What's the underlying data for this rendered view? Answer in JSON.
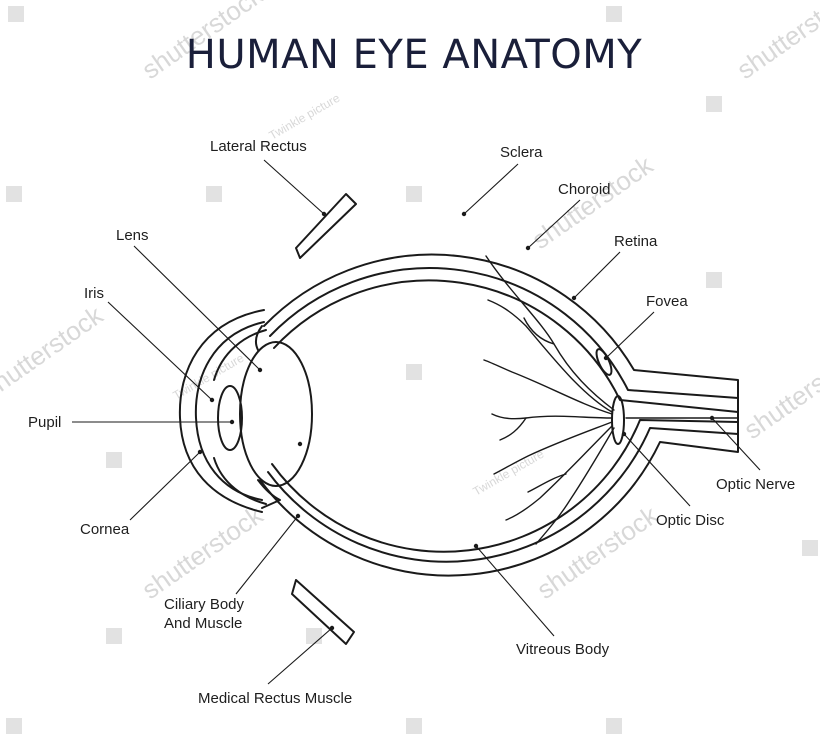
{
  "title": "HUMAN EYE ANATOMY",
  "labels": {
    "lateral_rectus": "Lateral Rectus",
    "lens": "Lens",
    "iris": "Iris",
    "pupil": "Pupil",
    "cornea": "Cornea",
    "ciliary_line1": "Ciliary Body",
    "ciliary_line2": "And Muscle",
    "medical_rectus": "Medical Rectus Muscle",
    "sclera": "Sclera",
    "choroid": "Choroid",
    "retina": "Retina",
    "fovea": "Fovea",
    "optic_nerve": "Optic Nerve",
    "optic_disc": "Optic Disc",
    "vitreous_body": "Vitreous Body"
  },
  "watermark": {
    "brand": "shutterstock",
    "credit": "Twinkle picture"
  },
  "colors": {
    "title": "#1a1f3a",
    "line": "#1a1a1a",
    "watermark": "#b9b9b9"
  }
}
